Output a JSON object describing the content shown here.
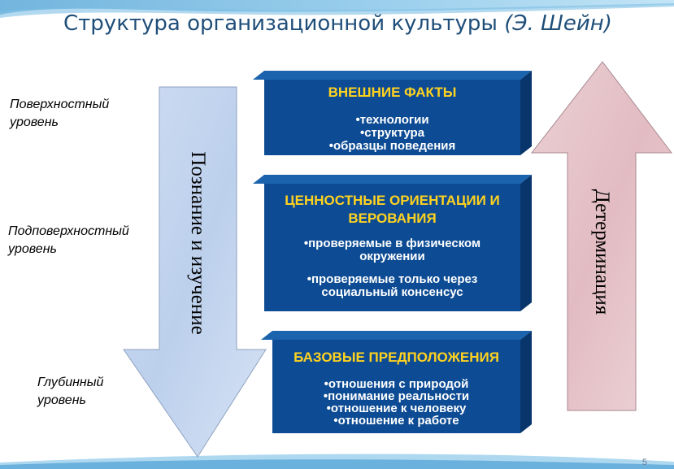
{
  "title": {
    "main": "Структура организационной культуры",
    "author": "(Э. Шейн)"
  },
  "levels": [
    "Поверхностный уровень",
    "Подповерхностный уровень",
    "Глубинный уровень"
  ],
  "arrows": {
    "down_label": "Познание и изучение",
    "up_label": "Детерминация"
  },
  "boxes": [
    {
      "title": "ВНЕШНИЕ ФАКТЫ",
      "items": [
        "•технологии",
        "•структура",
        "•образцы поведения"
      ]
    },
    {
      "title": "ЦЕННОСТНЫЕ ОРИЕНТАЦИИ И ВЕРОВАНИЯ",
      "items": [
        "•проверяемые в физическом окружении",
        "•проверяемые только через социальный консенсус"
      ]
    },
    {
      "title": "БАЗОВЫЕ ПРЕДПОЛОЖЕНИЯ",
      "items": [
        "•отношения с природой",
        "•понимание реальности",
        "•отношение к человеку",
        "•отношение к работе"
      ]
    }
  ],
  "page_number": "5",
  "colors": {
    "title": "#1f4e79",
    "box_face": "#0d4c94",
    "box_title": "#ffd21f",
    "down_arrow": "#c6d6ee",
    "up_arrow": "#e6c3c8"
  }
}
